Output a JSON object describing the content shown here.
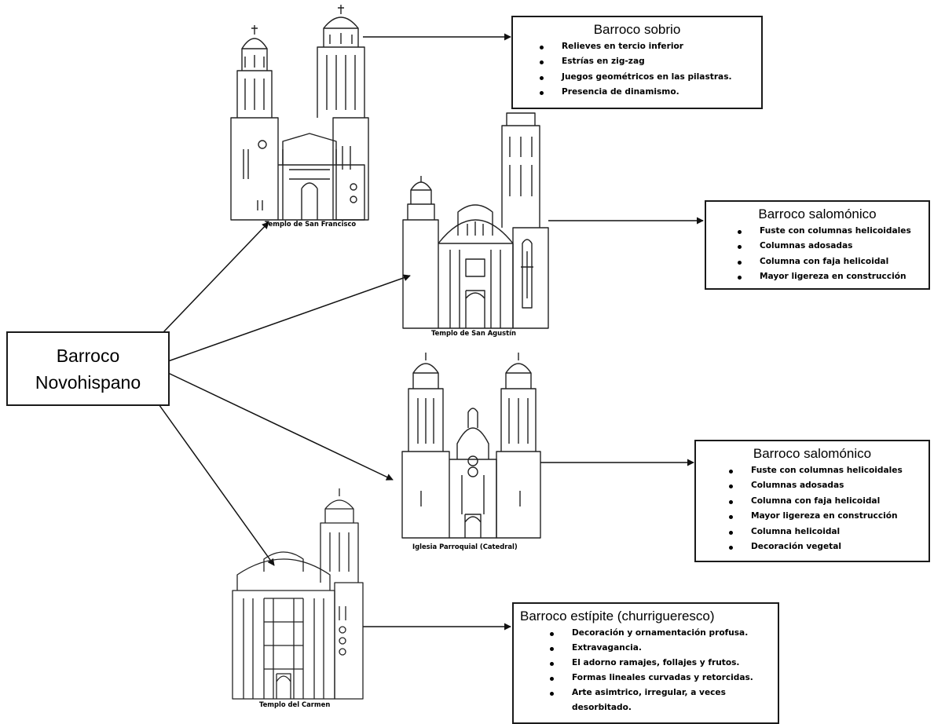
{
  "root": {
    "line1": "Barroco",
    "line2": "Novohispano"
  },
  "buildings": [
    {
      "caption": "Templo de San Francisco",
      "icon": "church-drawing"
    },
    {
      "caption": "Templo de San Agustín",
      "icon": "church-drawing"
    },
    {
      "caption": "Iglesia Parroquial (Catedral)",
      "icon": "church-drawing"
    },
    {
      "caption": "Templo del Carmen",
      "icon": "church-drawing"
    }
  ],
  "styles": [
    {
      "title": "Barroco sobrio",
      "items": [
        "Relieves en tercio inferior",
        "Estrías en zig-zag",
        "Juegos geométricos en las pilastras.",
        "Presencia de dinamismo."
      ]
    },
    {
      "title": "Barroco salomónico",
      "items": [
        "Fuste con columnas helicoidales",
        "Columnas adosadas",
        "Columna con faja helicoidal",
        "Mayor ligereza en construcción"
      ]
    },
    {
      "title": "Barroco salomónico",
      "items": [
        "Fuste con columnas helicoidales",
        "Columnas adosadas",
        "Columna con faja helicoidal",
        "Mayor ligereza en construcción",
        "Columna helicoidal",
        "Decoración vegetal"
      ]
    },
    {
      "title": "Barroco estípite (churrigueresco)",
      "items": [
        "Decoración y ornamentación profusa.",
        "Extravagancia.",
        "El adorno ramajes, follajes y frutos.",
        "Formas lineales curvadas y retorcidas.",
        "Arte asimtrico, irregular, a veces desorbitado."
      ]
    }
  ]
}
